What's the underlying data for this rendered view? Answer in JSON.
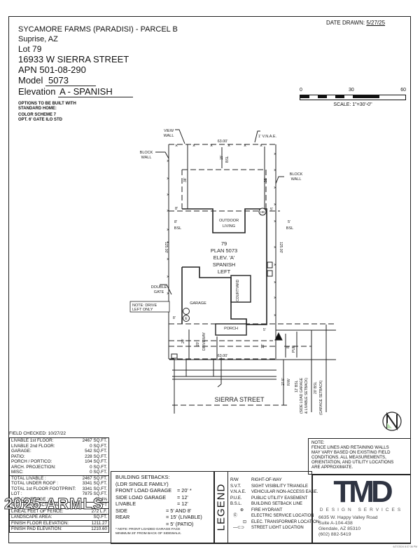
{
  "header": {
    "project": "SYCAMORE FARMS (PARADISI) - PARCEL B",
    "city": "Suprise, AZ",
    "lot_label": "Lot",
    "lot": "79",
    "address": "16933 W SIERRA STREET",
    "apn_label": "APN",
    "apn": "501-08-290",
    "model_label": "Model",
    "model": "5073",
    "elevation_label": "Elevation",
    "elevation": "A - SPANISH",
    "options_1": "OPTIONS TO BE BUILT WITH",
    "options_2": "STANDARD HOME:",
    "options_3": "COLOR SCHEME 7",
    "options_4": "OPT. 6' GATE ILO STD"
  },
  "date": {
    "label": "DATE DRAWN:",
    "value": "5/27/25"
  },
  "scale": {
    "t0": "0",
    "t1": "30",
    "t2": "60",
    "caption": "SCALE: 1\"=30'-0\""
  },
  "plan": {
    "view_wall": "VIEW",
    "view_wall2": "WALL",
    "vnae": "1' V.N.A.E.",
    "block_wall_l": "BLOCK",
    "block_wall_l2": "WALL",
    "block_wall_r": "BLOCK",
    "block_wall_r2": "WALL",
    "rear_dim": "63.00'",
    "front_dim": "63.00'",
    "rear_bsl": "15'",
    "rear_bsl2": "BSL",
    "dim_38_l": "38'",
    "dim_38_r": "38'",
    "side_8a": "8'",
    "side_8b": "8'",
    "side_bsl_l": "BSL",
    "side_5a": "5'",
    "side_5b": "5'",
    "side_bsl_r": "BSL",
    "outdoor_living": "OUTDOOR",
    "outdoor_living2": "LIVING",
    "hb": "HB",
    "lot_no": "79",
    "plan_no": "PLAN 5073",
    "elev": "ELEV. 'A'",
    "style": "SPANISH",
    "hand": "LEFT",
    "depth_l": "125.00'",
    "depth_r": "125.00'",
    "courtyard": "COURTYARD",
    "garage": "GARAGE",
    "double_gate": "DOUBLE",
    "double_gate2": "GATE",
    "note_drive": "NOTE: DRIVE",
    "note_drive2": "LEFT ONLY",
    "porch": "PORCH",
    "e_marker": "E",
    "dim_8c": "8'",
    "dim_20a": "20'",
    "dim_20b": "20'",
    "driveway": "DRIVEWAY",
    "dim_5c": "5'",
    "dim_12": "12'",
    "pue_dim": "8'",
    "pue": "PUE",
    "rw_dim": "27.5'",
    "rw": "R/W",
    "bsl12": "12' BSL",
    "bsl12b": "(SIDE LOAD GARAGE",
    "bsl12c": "& LIVABLE SETBACK)",
    "bsl20": "20' BSL",
    "bsl20b": "(GARAGE SETBACK)",
    "street": "SIERRA STREET"
  },
  "field_checked": {
    "label": "FIELD CHECKED:",
    "value": "10/27/22"
  },
  "areas": {
    "group1": [
      {
        "label": "LIVABLE 1st FLOOR:",
        "value": "2467 SQ.FT."
      },
      {
        "label": "LIVABLE 2nd FLOOR:",
        "value": "0 SQ.FT."
      },
      {
        "label": "GARAGE:",
        "value": "542 SQ.FT."
      },
      {
        "label": "PATIO:",
        "value": "228 SQ.FT."
      },
      {
        "label": "PORCH / PORTICO:",
        "value": "104 SQ.FT."
      },
      {
        "label": "ARCH. PROJECTION:",
        "value": "0 SQ.FT."
      },
      {
        "label": "MISC:",
        "value": "0 SQ.FT."
      }
    ],
    "group2": [
      {
        "label": "TOTAL LIVABLE :",
        "value": "2467 SQ.FT."
      },
      {
        "label": "TOTAL UNDER ROOF :",
        "value": "3341 SQ.FT."
      },
      {
        "label": "TOTAL 1st FLOOR FOOTPRINT:",
        "value": "3341 SQ.FT."
      },
      {
        "label": "LOT :",
        "value": "7875 SQ.FT."
      },
      {
        "label": "LOT COVERAGE :",
        "value": "42.4%"
      }
    ],
    "group3": [
      {
        "label": "SIDE FOR ELECTRICAL =",
        "value": "LEFT"
      },
      {
        "label": "LINEAL FEET OF FENCE:",
        "value": "272 L.F."
      },
      {
        "label": "LANDSCAPE AREA:",
        "value": "SQ.FT."
      },
      {
        "label": "FINISH FLOOR ELEVATION:",
        "value": "1211.27"
      },
      {
        "label": "FINISH PAD ELEVATION:",
        "value": "1210.60"
      }
    ]
  },
  "setbacks": {
    "title": "BUILDING SETBACKS:",
    "subtitle": "(LDR SINGLE FAMILY)",
    "rows": [
      {
        "k": "FRONT LOAD GARAGE",
        "v": "= 20' *"
      },
      {
        "k": "SIDE LOAD GARAGE",
        "v": "= 12'"
      },
      {
        "k": "LIVABLE",
        "v": "= 12'"
      }
    ],
    "rows2": [
      {
        "k": "SIDE",
        "v": "= 5' AND 8'"
      },
      {
        "k": "REAR",
        "v": "= 15' (LIVABLE)"
      },
      {
        "k": "",
        "v": "= 5' (PATIO)"
      }
    ],
    "note1": "* NOTE: FRONT LOADED GARAGE FACE",
    "note2": "MINIMUM 20' FROM BACK OF SIDEWALK."
  },
  "legend": {
    "title": "LEGEND",
    "items": [
      {
        "a": "R/W",
        "d": "RIGHT-OF-WAY"
      },
      {
        "a": "S.V.T.",
        "d": "SIGHT VISIBILITY TRIANGLE"
      },
      {
        "a": "V.N.A.E.",
        "d": "VEHICULAR NON-ACCESS EASE."
      },
      {
        "a": "P.U.E.",
        "d": "PUBLIC UTILITY EASEMENT"
      },
      {
        "a": "B.S.L.",
        "d": "BUILDING SETBACK LINE"
      },
      {
        "a": "⊕",
        "d": "FIRE HYDRANT"
      },
      {
        "a": "Ⓔ",
        "d": "ELECTRIC SERVICE LOCATION"
      },
      {
        "a": "⊡",
        "d": "ELEC. TRANSFORMER LOCATION"
      },
      {
        "a": "—⊂⊃",
        "d": "STREET LIGHT LOCATION"
      }
    ]
  },
  "note": {
    "title": "NOTE:",
    "l1": "FENCE LINES AND RETAINING WALLS",
    "l2": "MAY VARY BASED ON EXISTING FIELD",
    "l3": "CONDITIONS.  ALL MEASUREMENTS,",
    "l4": "ORIENTATION, AND UTILITY LOCATIONS",
    "l5": "ARE APPROXIMATE."
  },
  "company": {
    "logo": "TMD",
    "tagline": "DESIGN SERVICES",
    "addr1": "6635 W. Happy Valley Road",
    "addr2": "Suite A-104-438",
    "addr3": "Glendale, AZ 85310",
    "phone": "(602) 882-5419",
    "logo_color": "#2f3442"
  },
  "watermark": "2025 ARMLS",
  "print_stamp": "6/27/2024 8:37:36 PM"
}
